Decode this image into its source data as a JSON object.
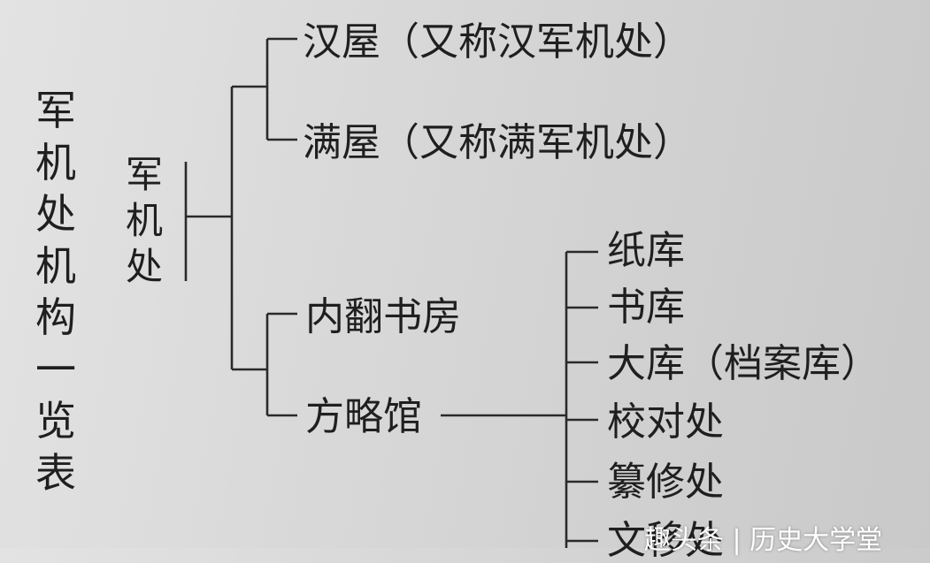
{
  "title_vertical": "军机处机构一览表",
  "root": "军机处",
  "branches": [
    {
      "label": "汉屋（又称汉军机处）"
    },
    {
      "label": "满屋（又称满军机处）"
    },
    {
      "label": "内翻书房"
    },
    {
      "label": "方略馆"
    }
  ],
  "sub_items": [
    {
      "label": "纸库"
    },
    {
      "label": "书库"
    },
    {
      "label": "大库（档案库）"
    },
    {
      "label": "校对处"
    },
    {
      "label": "纂修处"
    },
    {
      "label": "文移处"
    }
  ],
  "watermark": "趣头条 | 历史大学堂"
}
